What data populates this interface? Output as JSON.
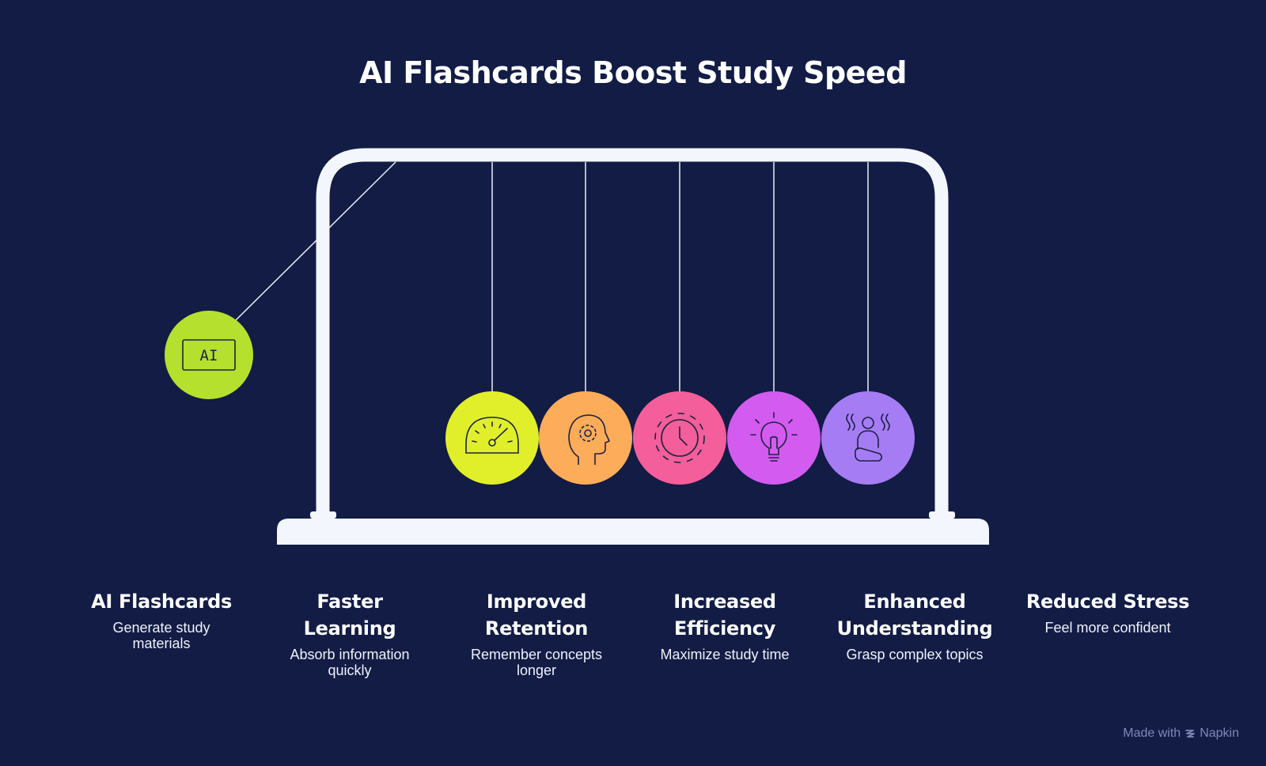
{
  "title": "AI Flashcards Boost Study Speed",
  "colors": {
    "background": "#121c45",
    "frame": "#f3f7fd",
    "ball_ai": "#b5e02e",
    "ball_speed": "#e1ef2b",
    "ball_brain": "#fdac5a",
    "ball_clock": "#f45e9a",
    "ball_bulb": "#d35bf0",
    "ball_calm": "#a67cf5"
  },
  "balls": [
    {
      "icon": "ai-chip-icon",
      "chip_text": "AI",
      "color": "#b5e02e"
    },
    {
      "icon": "speedometer-icon",
      "color": "#e1ef2b"
    },
    {
      "icon": "head-gear-icon",
      "color": "#fdac5a"
    },
    {
      "icon": "clock-icon",
      "color": "#f45e9a"
    },
    {
      "icon": "lightbulb-icon",
      "color": "#d35bf0"
    },
    {
      "icon": "meditating-person-icon",
      "color": "#a67cf5"
    }
  ],
  "steps": [
    {
      "title": "AI Flashcards",
      "description": "Generate study materials"
    },
    {
      "title": "Faster Learning",
      "description": "Absorb information quickly"
    },
    {
      "title": "Improved Retention",
      "description": "Remember concepts longer"
    },
    {
      "title": "Increased Efficiency",
      "description": "Maximize study time"
    },
    {
      "title": "Enhanced Understanding",
      "description": "Grasp complex topics"
    },
    {
      "title": "Reduced Stress",
      "description": "Feel more confident"
    }
  ],
  "credit": {
    "prefix": "Made with",
    "brand": "Napkin",
    "icon": "napkin-logo-icon"
  }
}
